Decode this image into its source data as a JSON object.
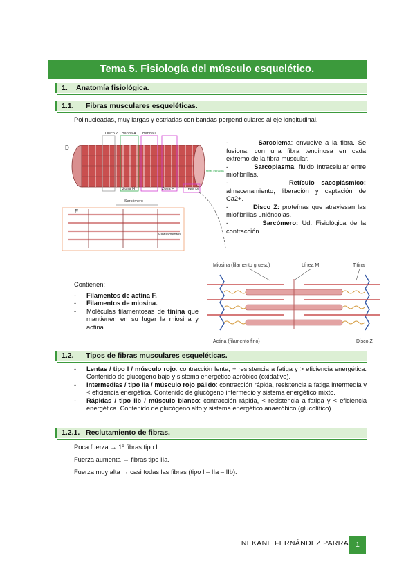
{
  "document": {
    "title": "Tema 5. Fisiología del músculo esquelético.",
    "section1": {
      "num": "1.",
      "label": "Anatomía fisiológica."
    },
    "section11": {
      "num": "1.1.",
      "label": "Fibras musculares esqueléticas."
    },
    "intro": "Polinucleadas, muy largas y estriadas con bandas perpendiculares al eje longitudinal.",
    "definitions": [
      {
        "term": "Sarcolema",
        "text": ": envuelve a la fibra. Se fusiona, con una fibra tendinosa en cada extremo de la fibra muscular."
      },
      {
        "term": "Sarcoplasma",
        "text": ": fluido intracelular entre miofibrillas."
      },
      {
        "term": "Retículo sacoplásmico:",
        "text": " almacenamiento, liberación y captación de Ca2+."
      },
      {
        "term": "Disco Z:",
        "text": " proteínas que atraviesan las miofibrillas uniéndolas."
      },
      {
        "term": "Sarcómero:",
        "text": " Ud. Fisiológica de la contracción."
      }
    ],
    "contain_label": "Contienen:",
    "contain_items": [
      {
        "bold": "Filamentos de actina F.",
        "rest": ""
      },
      {
        "bold": "Filamentos de miosina.",
        "rest": ""
      },
      {
        "pre": "Moléculas filamentosas de ",
        "bold": "tinina",
        "rest": " que mantienen en su lugar la miosina y actina."
      }
    ],
    "section12": {
      "num": "1.2.",
      "label": "Tipos de fibras musculares esqueléticas."
    },
    "fiber_types": [
      {
        "bold": "Lentas / tipo I / músculo rojo",
        "rest": ": contracción lenta, + resistencia a fatiga y > eficiencia energética. Contenido de glucógeno bajo y sistema energético aeróbico (oxidativo)."
      },
      {
        "bold": "Intermedias / tipo IIa / músculo rojo pálido",
        "rest": ": contracción rápida, resistencia a fatiga intermedia y < eficiencia energética. Contenido de glucógeno intermedio y sistema energético mixto."
      },
      {
        "bold": "Rápidas / tipo IIb / músculo blanco",
        "rest": ": contracción rápida, < resistencia a fatiga y < eficiencia energética. Contenido de glucógeno alto y sistema energético anaeróbico (glucolítico)."
      }
    ],
    "section121": {
      "num": "1.2.1.",
      "label": "Reclutamiento de fibras."
    },
    "recruitment": [
      "Poca fuerza → 1º fibras tipo I.",
      "Fuerza aumenta → fibras tipo IIa.",
      "Fuerza muy alta → casi todas las fibras (tipo I – IIa – IIb)."
    ],
    "fig1_labels": {
      "d": "D",
      "e": "E",
      "disco_z": "Disco Z",
      "banda_a": "Banda A",
      "banda_i": "Banda I",
      "zona_h": "Zona H",
      "zona_h2": "Zona H",
      "linea_m": "Línea M",
      "sarcomero": "Sarcómero",
      "miofilamentos": "Miofilamentos",
      "fibrillas": "fibrillas",
      "side_label": "fibras estriadas"
    },
    "fig2_labels": {
      "miosina": "Miosina (filamento grueso)",
      "linea_m": "Línea M",
      "titina": "Titina",
      "actina": "Actina (filamento fino)",
      "disco_z": "Disco Z"
    },
    "footer": {
      "author": "NEKANE FERNÁNDEZ PARRA",
      "page": "1"
    },
    "colors": {
      "accent": "#3c9a3c",
      "heading_bg": "#dcefd4",
      "muscle": "#c94f4f"
    }
  }
}
